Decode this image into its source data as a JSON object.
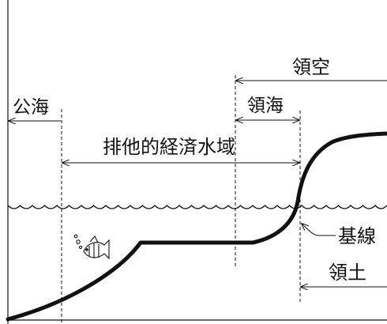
{
  "labels": {
    "high_seas": "公海",
    "territorial_sea": "領海",
    "airspace": "領空",
    "eez": "排他的経済水域",
    "baseline": "基線",
    "territory": "領土"
  },
  "icons": {
    "fish": "fish-icon"
  },
  "colors": {
    "ink": "#111111",
    "background": "#ffffff"
  }
}
